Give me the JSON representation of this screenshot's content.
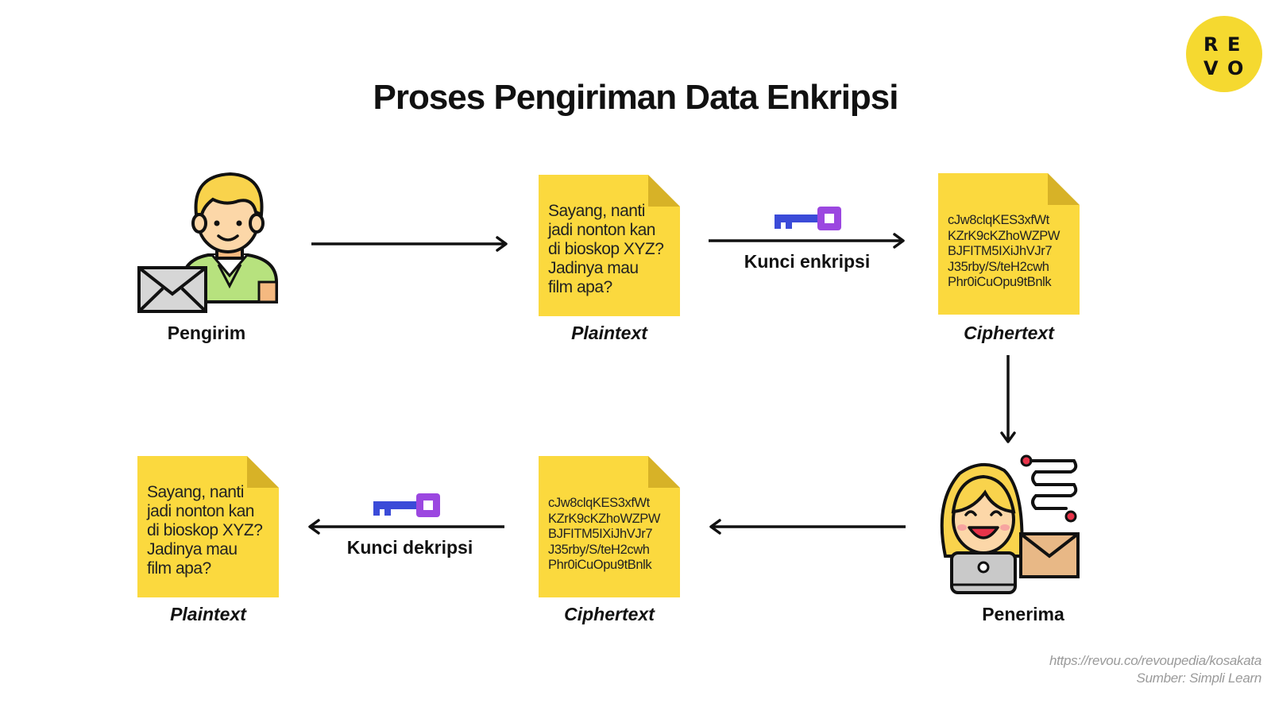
{
  "title": "Proses Pengiriman Data Enkripsi",
  "logo": {
    "letters": [
      "R",
      "E",
      "V",
      "O"
    ],
    "color": "#f5d930"
  },
  "sender": {
    "label": "Pengirim",
    "icon": "sender-person-with-envelope-icon"
  },
  "receiver": {
    "label": "Penerima",
    "icon": "receiver-person-with-laptop-envelope-icon"
  },
  "plaintext": {
    "label": "Plaintext",
    "lines": [
      "Sayang, nanti",
      "jadi nonton kan",
      "di bioskop XYZ?",
      "Jadinya mau",
      "film apa?"
    ]
  },
  "ciphertext": {
    "label": "Ciphertext",
    "lines": [
      "cJw8clqKES3xfWt",
      "KZrK9cKZhoWZPW",
      "BJFITM5IXiJhVJr7",
      "J35rby/S/teH2cwh",
      "Phr0iCuOpu9tBnlk"
    ]
  },
  "encryption_key": {
    "label": "Kunci enkripsi",
    "icon": "key-icon"
  },
  "decryption_key": {
    "label": "Kunci dekripsi",
    "icon": "key-icon"
  },
  "colors": {
    "note": "#fbd93e",
    "note_fold": "#d7b227",
    "key_blue": "#3b4bd8",
    "key_purple": "#9b47e0",
    "logo": "#f5d930"
  },
  "source": {
    "url": "https://revou.co/revoupedia/kosakata",
    "credit": "Sumber: Simpli Learn"
  }
}
